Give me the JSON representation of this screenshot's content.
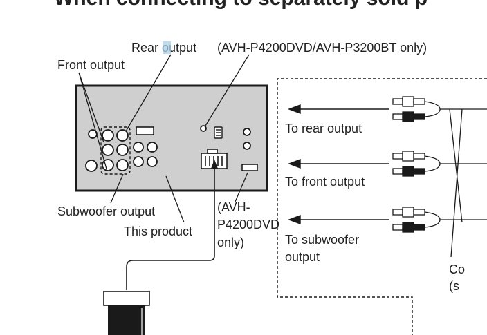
{
  "heading": "When connecting to separately sold p",
  "labels": {
    "rear_output_pre": "Rear ",
    "rear_output_hl": "o",
    "rear_output_post": "utput",
    "model_note": "(AVH-P4200DVD/AVH-P3200BT only)",
    "front_output": "Front output",
    "subwoofer_output": "Subwoofer output",
    "this_product": "This product",
    "avh_note_line1": "(AVH-",
    "avh_note_line2": "P4200DVD",
    "avh_note_line3": "only)",
    "to_rear_output": "To rear output",
    "to_front_output": "To front output",
    "to_subwoofer_line1": "To subwoofer",
    "to_subwoofer_line2": "output",
    "cut_line1": "Co",
    "cut_line2": "(s"
  },
  "colors": {
    "panel_fill": "#cfcfcf",
    "highlight": "#a8cfe8",
    "ink": "#222222",
    "connector_black": "#1a1a1a"
  }
}
